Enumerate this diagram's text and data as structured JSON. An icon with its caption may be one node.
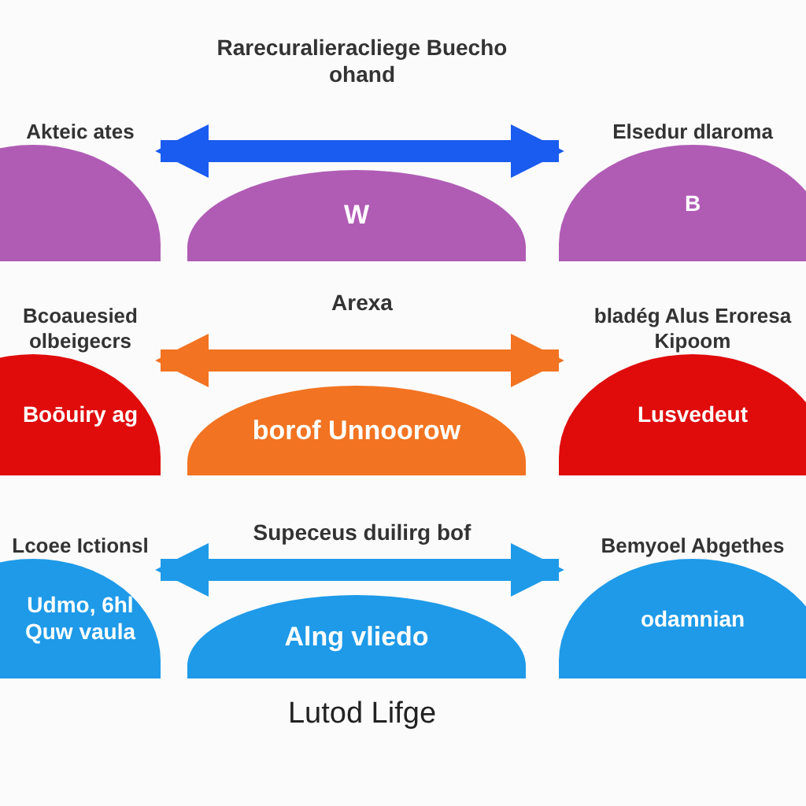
{
  "diagram": {
    "nodes": [
      {
        "text": [
          "Akteic ates"
        ]
      },
      {
        "text": [
          "W"
        ]
      },
      {
        "text": [
          "Elsedur dlaroma",
          "B"
        ]
      },
      {
        "text": [
          "Bcoauesied olbeigecrs",
          "Boōuiry ag"
        ]
      },
      {
        "text": [
          "borof Unnoorow"
        ]
      },
      {
        "text": [
          "bladég Alus Eroresa Kipoom",
          "Lusvedeut"
        ]
      },
      {
        "text": [
          "Lcoee Ictionsl",
          "Udmo, 6hl Quw vaula"
        ]
      },
      {
        "text": [
          "Alng vliedo"
        ]
      },
      {
        "text": [
          "Bemyoel Abgethes",
          "odamnian"
        ]
      }
    ],
    "edges": [
      {
        "from": 0,
        "to": 2,
        "arrow": "both",
        "label": "Rarecuralieracliege Buecho ohand",
        "color": "#1a5cf0"
      },
      {
        "from": 3,
        "to": 5,
        "arrow": "both",
        "label": "Arexa",
        "color": "#f27321"
      },
      {
        "from": 6,
        "to": 8,
        "arrow": "both",
        "label": "Supeceus duilirg bof",
        "color": "#1e9ae8"
      }
    ],
    "labels": [
      "Lutod Lifge"
    ]
  }
}
